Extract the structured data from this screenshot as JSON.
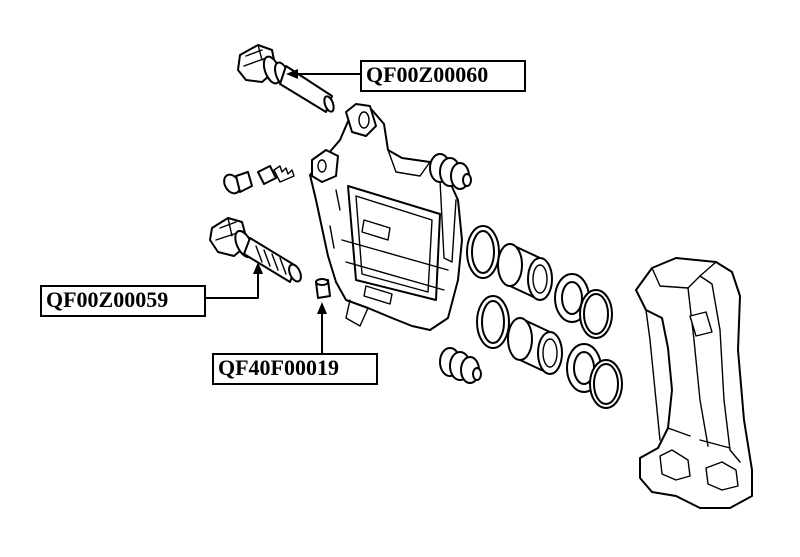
{
  "labels": {
    "upper_bolt_part_number": "QF00Z00060",
    "lower_bolt_part_number": "QF00Z00059",
    "bushing_part_number": "QF40F00019"
  }
}
